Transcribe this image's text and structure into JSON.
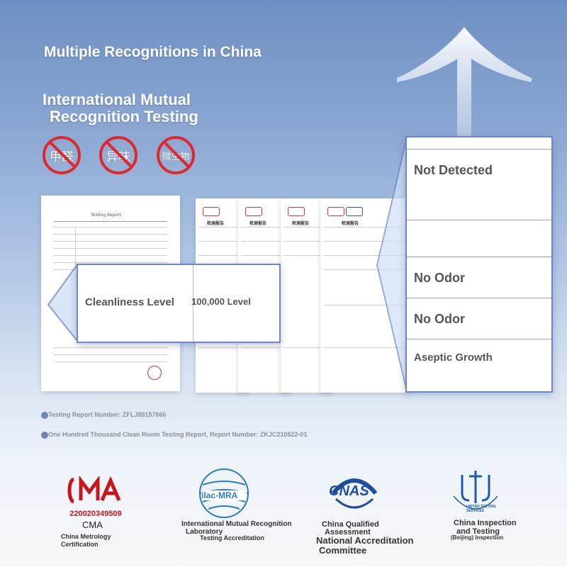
{
  "headline": {
    "line1": "Multiple Recognitions in China",
    "line2a": "International Mutual",
    "line2b": "Recognition Testing"
  },
  "ban_icons": [
    {
      "label": "甲醛",
      "icon": "no-formaldehyde-icon"
    },
    {
      "label": "异味",
      "icon": "no-odor-icon"
    },
    {
      "label": "微生物",
      "icon": "no-microbe-icon"
    }
  ],
  "report": {
    "sheet_title": "Testing Report",
    "detect_title": "检测报告",
    "callout": {
      "label": "Cleanliness Level",
      "value": "100,000 Level"
    }
  },
  "results": [
    {
      "text": "Not Detected"
    },
    {
      "text": "No Odor"
    },
    {
      "text": "No Odor"
    },
    {
      "text": "Aseptic Growth"
    }
  ],
  "report_numbers": {
    "line1": "Testing Report Number: ZFLJ88157666",
    "line2": "One Hundred Thousand Clean Room Testing Report, Report Number: ZKJC210522-01"
  },
  "logos": {
    "cma": {
      "mark": "CMA",
      "number": "220020349509",
      "name": "CMA",
      "caption": "China Metrology Certification"
    },
    "ilac": {
      "mark": "ilac-MRA",
      "caption_a": "International Mutual Recognition",
      "caption_b": "Laboratory",
      "caption_c": "Testing Accreditation"
    },
    "cnas": {
      "mark": "CNAS",
      "caption_a": "China Qualified",
      "caption_b": "Assessment",
      "caption_c": "National Accreditation",
      "caption_d": "Committee"
    },
    "uts": {
      "mark": "UTS",
      "ring": "UNITED TESTING SERVICES",
      "caption_a": "China Inspection",
      "caption_b": "and Testing",
      "caption_c": "(Beijing) Inspection"
    }
  },
  "colors": {
    "accent": "#6d86c4",
    "ban_red": "#e0282c",
    "cma_red": "#c8161d",
    "cnas_blue": "#1d4e9e"
  }
}
